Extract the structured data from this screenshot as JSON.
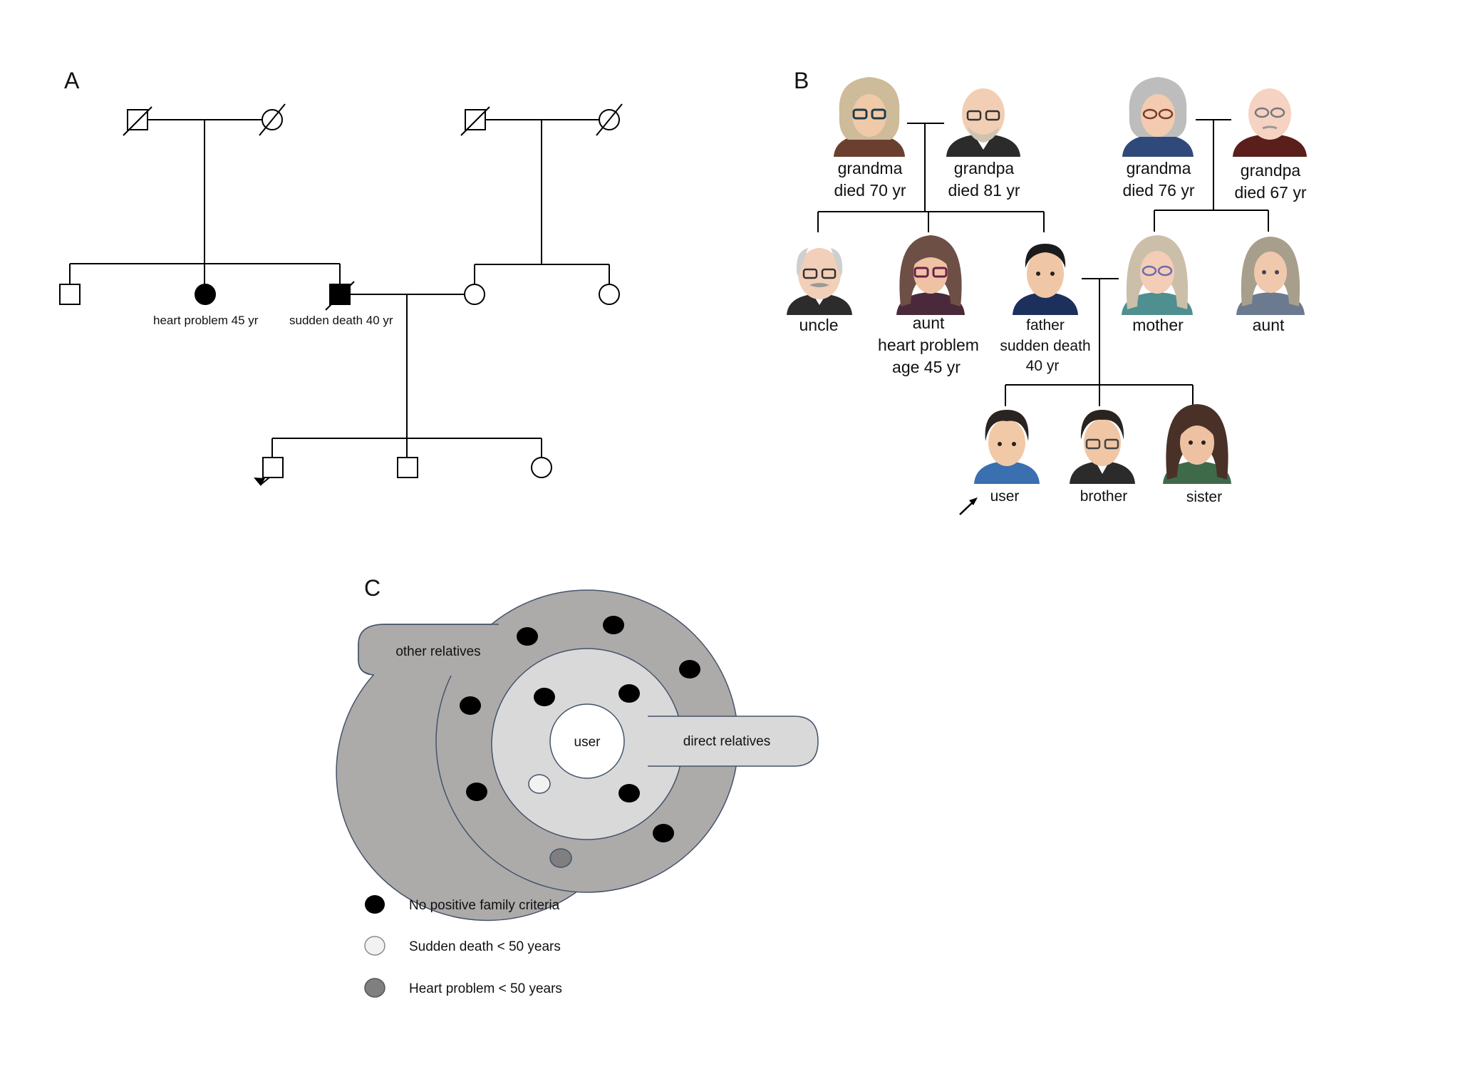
{
  "panels": {
    "a": "A",
    "b": "B",
    "c": "C"
  },
  "panel_a": {
    "aunt_label": "heart problem 45 yr",
    "father_label": "sudden death 40 yr"
  },
  "panel_b": {
    "pat_grandma": {
      "role": "grandma",
      "detail": "died 70 yr"
    },
    "pat_grandpa": {
      "role": "grandpa",
      "detail": "died 81 yr"
    },
    "mat_grandma": {
      "role": "grandma",
      "detail": "died 76 yr"
    },
    "mat_grandpa": {
      "role": "grandpa",
      "detail": "died 67 yr"
    },
    "uncle": {
      "role": "uncle"
    },
    "pat_aunt": {
      "role": "aunt",
      "detail1": "heart problem",
      "detail2": "age 45 yr"
    },
    "father": {
      "role": "father",
      "detail1": "sudden death",
      "detail2": "40 yr"
    },
    "mother": {
      "role": "mother"
    },
    "mat_aunt": {
      "role": "aunt"
    },
    "user": {
      "role": "user"
    },
    "brother": {
      "role": "brother"
    },
    "sister": {
      "role": "sister"
    }
  },
  "panel_c": {
    "center_label": "user",
    "inner_ring_label": "direct relatives",
    "outer_ring_label": "other relatives",
    "colors": {
      "outer_ring": "#adaaaa",
      "inner_ring": "#d9d9d9",
      "none": "#000000",
      "sudden_death": "#f2f2f2",
      "heart_problem": "#7f7f7f"
    },
    "legend": [
      {
        "label": "No positive family criteria",
        "color": "#000000"
      },
      {
        "label": "Sudden death < 50 years",
        "color": "#f2f2f2"
      },
      {
        "label": "Heart problem < 50 years",
        "color": "#7f7f7f"
      }
    ]
  }
}
